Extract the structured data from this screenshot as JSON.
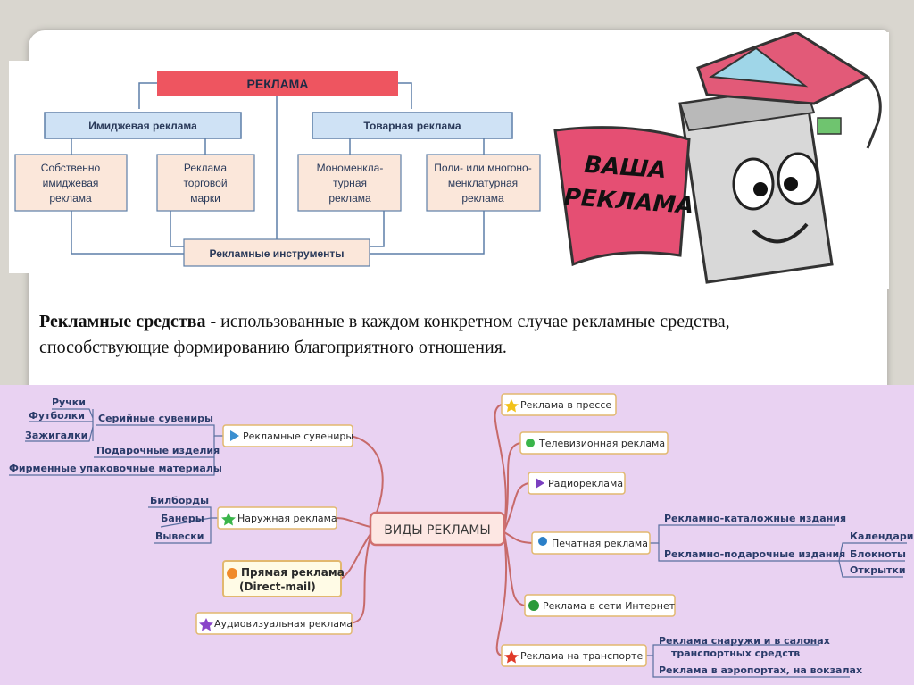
{
  "top_diagram": {
    "root": "РЕКЛАМА",
    "left_branch": "Имиджевая реклама",
    "right_branch": "Товарная реклама",
    "leaves": [
      [
        "Собственно",
        "имиджевая",
        "реклама"
      ],
      [
        "Реклама",
        "торговой",
        "марки"
      ],
      [
        "Мономенкла-",
        "турная",
        "реклама"
      ],
      [
        "Поли- или многоно-",
        "менклатурная",
        "реклама"
      ]
    ],
    "bottom": "Рекламные инструменты"
  },
  "cartoon": {
    "sign_line1": "ВАША",
    "sign_line2": "РЕКЛАМА"
  },
  "definition": {
    "term": "Рекламные средства",
    "text": " - использованные в каждом конкретном случае рекламные средства, способствующие формированию благоприятного отношения."
  },
  "mindmap": {
    "center": "ВИДЫ РЕКЛАМЫ",
    "branches": {
      "souvenirs": "Рекламные сувениры",
      "outdoor": "Наружная реклама",
      "direct_line1": "Прямая реклама",
      "direct_line2": "(Direct-mail)",
      "av": "Аудиовизуальная реклама",
      "press": "Реклама в прессе",
      "tv": "Телевизионная реклама",
      "radio": "Радиореклама",
      "print": "Печатная реклама",
      "internet": "Реклама в сети Интернет",
      "transport": "Реклама на транспорте"
    },
    "souvenir_sub": {
      "serial": "Серийные сувениры",
      "serial_items": [
        "Ручки",
        "Футболки",
        "Зажигалки"
      ],
      "gifts": "Подарочные изделия",
      "packaging": "Фирменные упаковочные материалы"
    },
    "outdoor_sub": [
      "Билборды",
      "Банеры",
      "Вывески"
    ],
    "print_sub": {
      "catalog": "Рекламно-каталожные издания",
      "gift": "Рекламно-подарочные издания",
      "gift_items": [
        "Календари",
        "Блокноты",
        "Открытки"
      ]
    },
    "transport_sub": {
      "outside_line1": "Реклама снаружи и в салонах",
      "outside_line2": "транспортных средств",
      "airports": "Реклама в аэропортах, на вокзалах"
    },
    "colors": {
      "background": "#e9d2f2",
      "line": "#c76a6a",
      "center_border": "#d07070"
    }
  }
}
